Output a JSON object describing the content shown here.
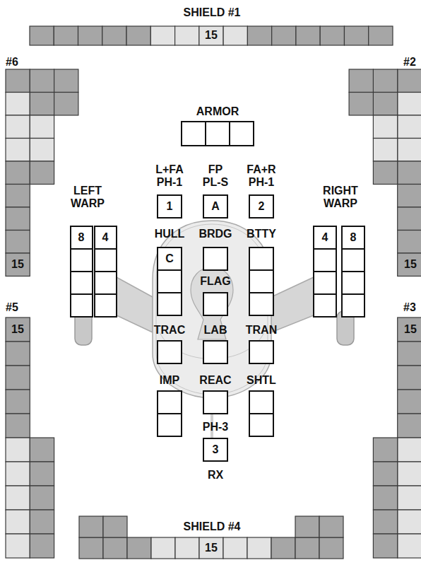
{
  "diagram": {
    "nodes": [
      {
        "text": [
          "SHIELD #1",
          "15"
        ]
      },
      {
        "text": [
          "#6",
          "15"
        ]
      },
      {
        "text": [
          "#2",
          "15"
        ]
      },
      {
        "text": [
          "ARMOR"
        ]
      },
      {
        "text": [
          "L+FA PH-1",
          "1"
        ]
      },
      {
        "text": [
          "FP PL-S",
          "A"
        ]
      },
      {
        "text": [
          "FA+R PH-1",
          "2"
        ]
      },
      {
        "text": [
          "LEFT WARP",
          "8",
          "4"
        ]
      },
      {
        "text": [
          "HULL",
          "C"
        ]
      },
      {
        "text": [
          "BRDG"
        ]
      },
      {
        "text": [
          "BTTY"
        ]
      },
      {
        "text": [
          "RIGHT WARP",
          "4",
          "8"
        ]
      },
      {
        "text": [
          "FLAG"
        ]
      },
      {
        "text": [
          "#5",
          "15"
        ]
      },
      {
        "text": [
          "#3",
          "15"
        ]
      },
      {
        "text": [
          "TRAC"
        ]
      },
      {
        "text": [
          "LAB"
        ]
      },
      {
        "text": [
          "TRAN"
        ]
      },
      {
        "text": [
          "IMP"
        ]
      },
      {
        "text": [
          "REAC"
        ]
      },
      {
        "text": [
          "SHTL"
        ]
      },
      {
        "text": [
          "PH-3",
          "3",
          "RX"
        ]
      },
      {
        "text": [
          "SHIELD #4",
          "15"
        ]
      }
    ]
  }
}
